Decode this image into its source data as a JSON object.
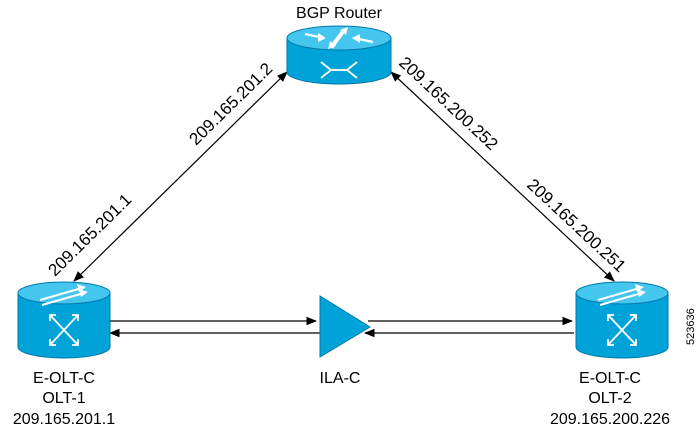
{
  "nodes": {
    "bgp_router": {
      "label": "BGP Router"
    },
    "olt1": {
      "line1": "E-OLT-C",
      "line2": "OLT-1",
      "line3": "209.165.201.1"
    },
    "olt2": {
      "line1": "E-OLT-C",
      "line2": "OLT-2",
      "line3": "209.165.200.226"
    },
    "ila": {
      "label": "ILA-C"
    }
  },
  "links": {
    "router_olt1": {
      "ip_router_side": "209.165.201.2",
      "ip_olt_side": "209.165.201.1"
    },
    "router_olt2": {
      "ip_router_side": "209.165.200.252",
      "ip_olt_side": "209.165.200.251"
    }
  },
  "figure_id": "523636",
  "colors": {
    "device_fill": "#00a3d8",
    "device_top": "#44c6ee",
    "device_stroke": "#0078a8",
    "amp_fill": "#00a3d8"
  }
}
